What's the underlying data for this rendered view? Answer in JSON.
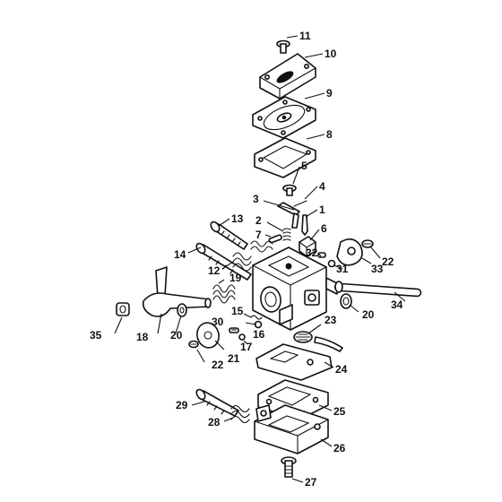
{
  "diagram": {
    "callouts": {
      "c1": "1",
      "c2": "2",
      "c3": "3",
      "c4": "4",
      "c5": "5",
      "c6": "6",
      "c7": "7",
      "c8": "8",
      "c9": "9",
      "c10": "10",
      "c11": "11",
      "c12": "12",
      "c13": "13",
      "c14": "14",
      "c15": "15",
      "c16": "16",
      "c17": "17",
      "c18": "18",
      "c19": "19",
      "c20a": "20",
      "c20b": "20",
      "c21": "21",
      "c22a": "22",
      "c22b": "22",
      "c23": "23",
      "c24": "24",
      "c25": "25",
      "c26": "26",
      "c27": "27",
      "c28": "28",
      "c29": "29",
      "c30": "30",
      "c31": "31",
      "c32": "32",
      "c33": "33",
      "c34": "34",
      "c35": "35"
    }
  }
}
